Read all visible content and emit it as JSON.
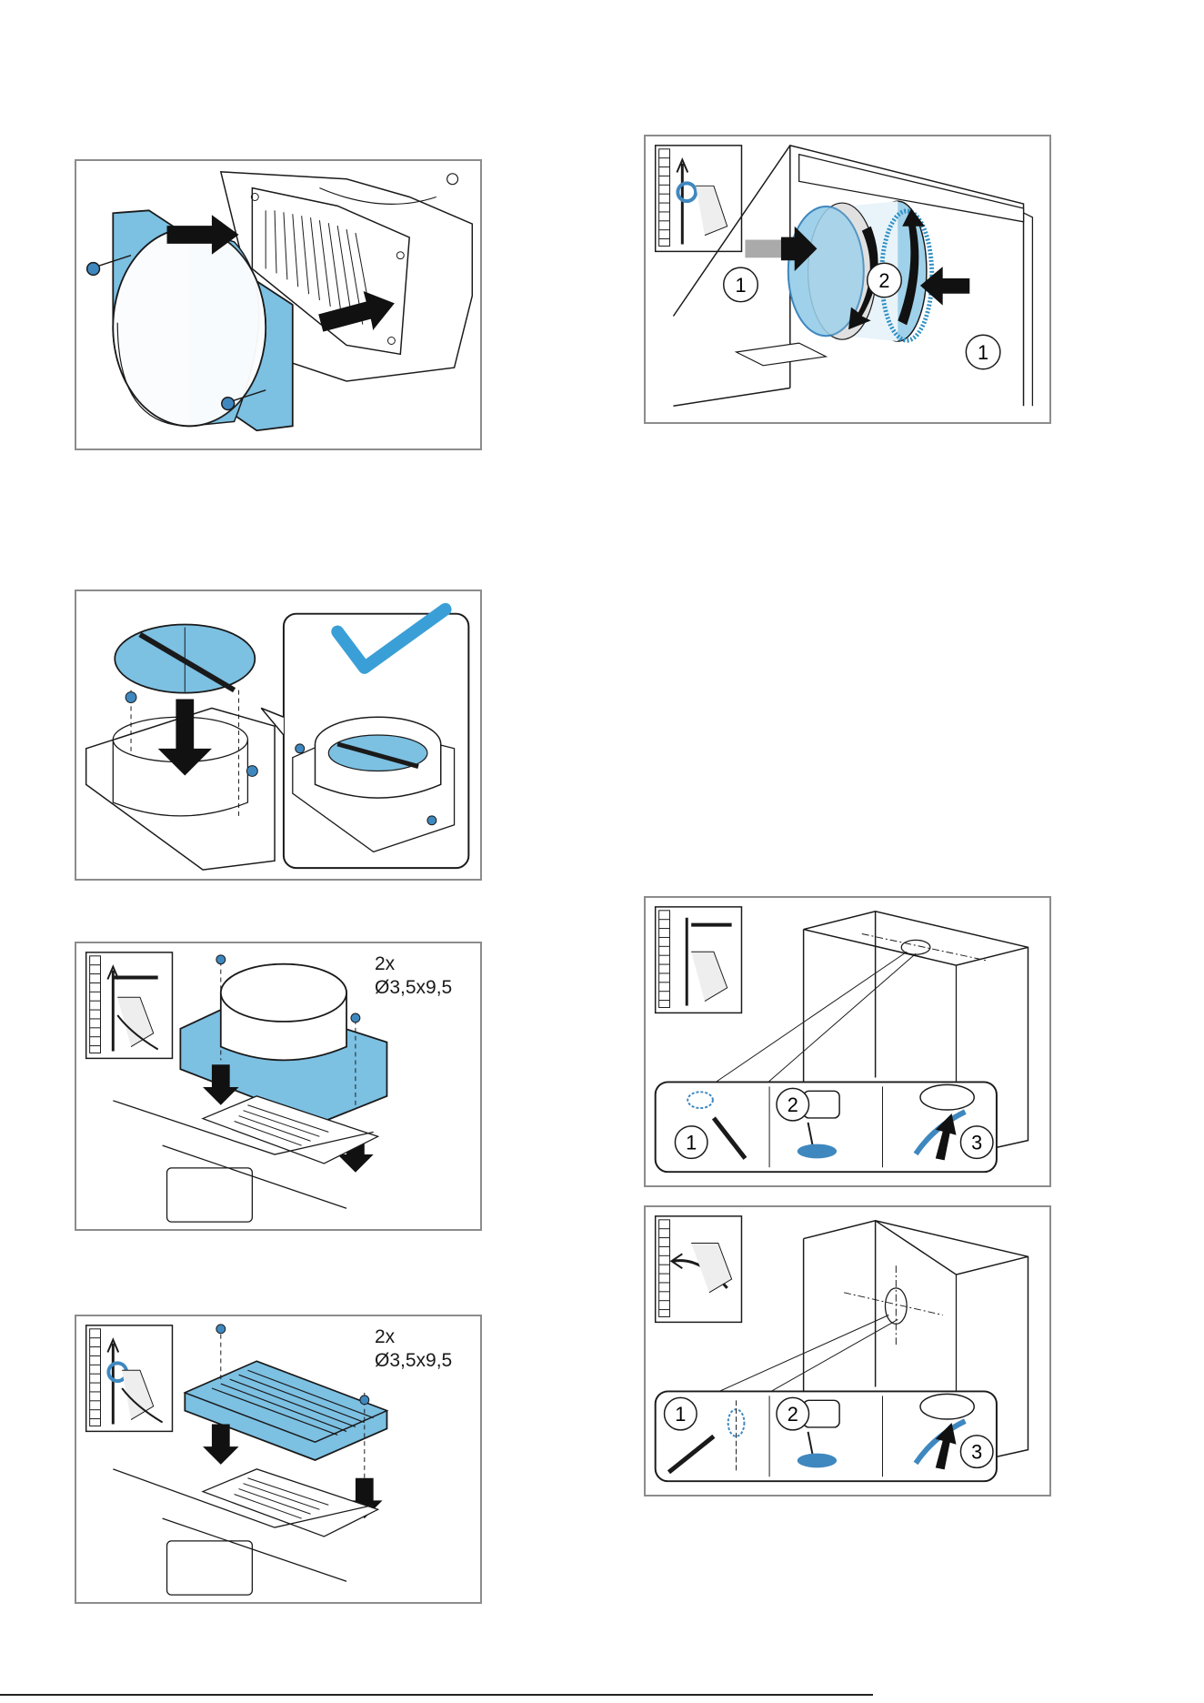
{
  "colors": {
    "accent": "#6fb8dd",
    "accent_dark": "#2f8fc4",
    "frame": "#8c8c8c",
    "line": "#1a1a1a",
    "check": "#3a9fd6"
  },
  "icons": {
    "arrow": "push-arrow-icon",
    "rotate": "rotate-arrow-icon",
    "check": "checkmark-icon",
    "screw": "screw-icon",
    "jigsaw": "jigsaw-icon",
    "pencil": "pencil-icon",
    "wall_mount": "wall-mount-pictogram-icon"
  },
  "figures": {
    "fig3": {
      "spec_qty": "2x",
      "spec_screw": "Ø3,5x9,5"
    },
    "fig4": {
      "spec_qty": "2x",
      "spec_screw": "Ø3,5x9,5"
    },
    "fig5": {
      "step_push": "1",
      "step_rotate": "2"
    },
    "fig6": {
      "step1": "1",
      "step2": "2",
      "step3": "3"
    },
    "fig7": {
      "step1": "1",
      "step2": "2",
      "step3": "3"
    }
  }
}
